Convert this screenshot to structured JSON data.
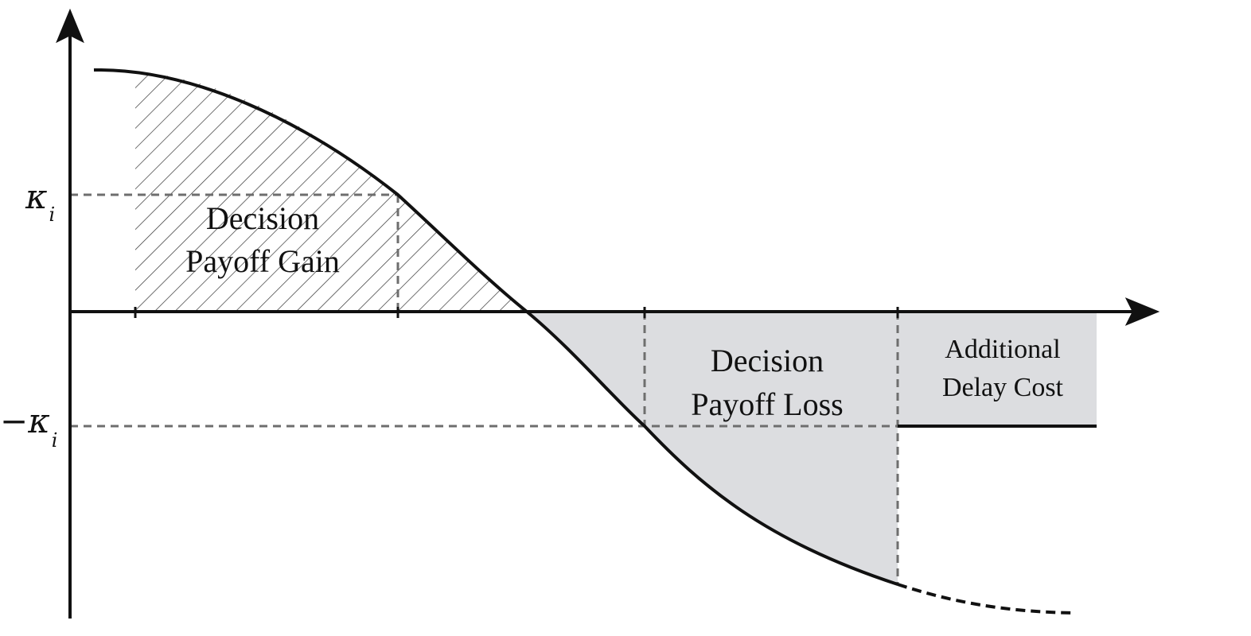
{
  "diagram": {
    "y_axis_labels": {
      "kappa_pos": "κ",
      "kappa_pos_sub": "i",
      "kappa_neg": "−κ",
      "kappa_neg_sub": "i"
    },
    "regions": {
      "gain": {
        "line1": "Decision",
        "line2": "Payoff Gain"
      },
      "loss": {
        "line1": "Decision",
        "line2": "Payoff Loss"
      },
      "delay": {
        "line1": "Additional",
        "line2": "Delay Cost"
      }
    },
    "colors": {
      "curve": "#111111",
      "dashed": "#6e6e6e",
      "loss_fill": "#dcdde0",
      "hatch": "#333333"
    }
  }
}
